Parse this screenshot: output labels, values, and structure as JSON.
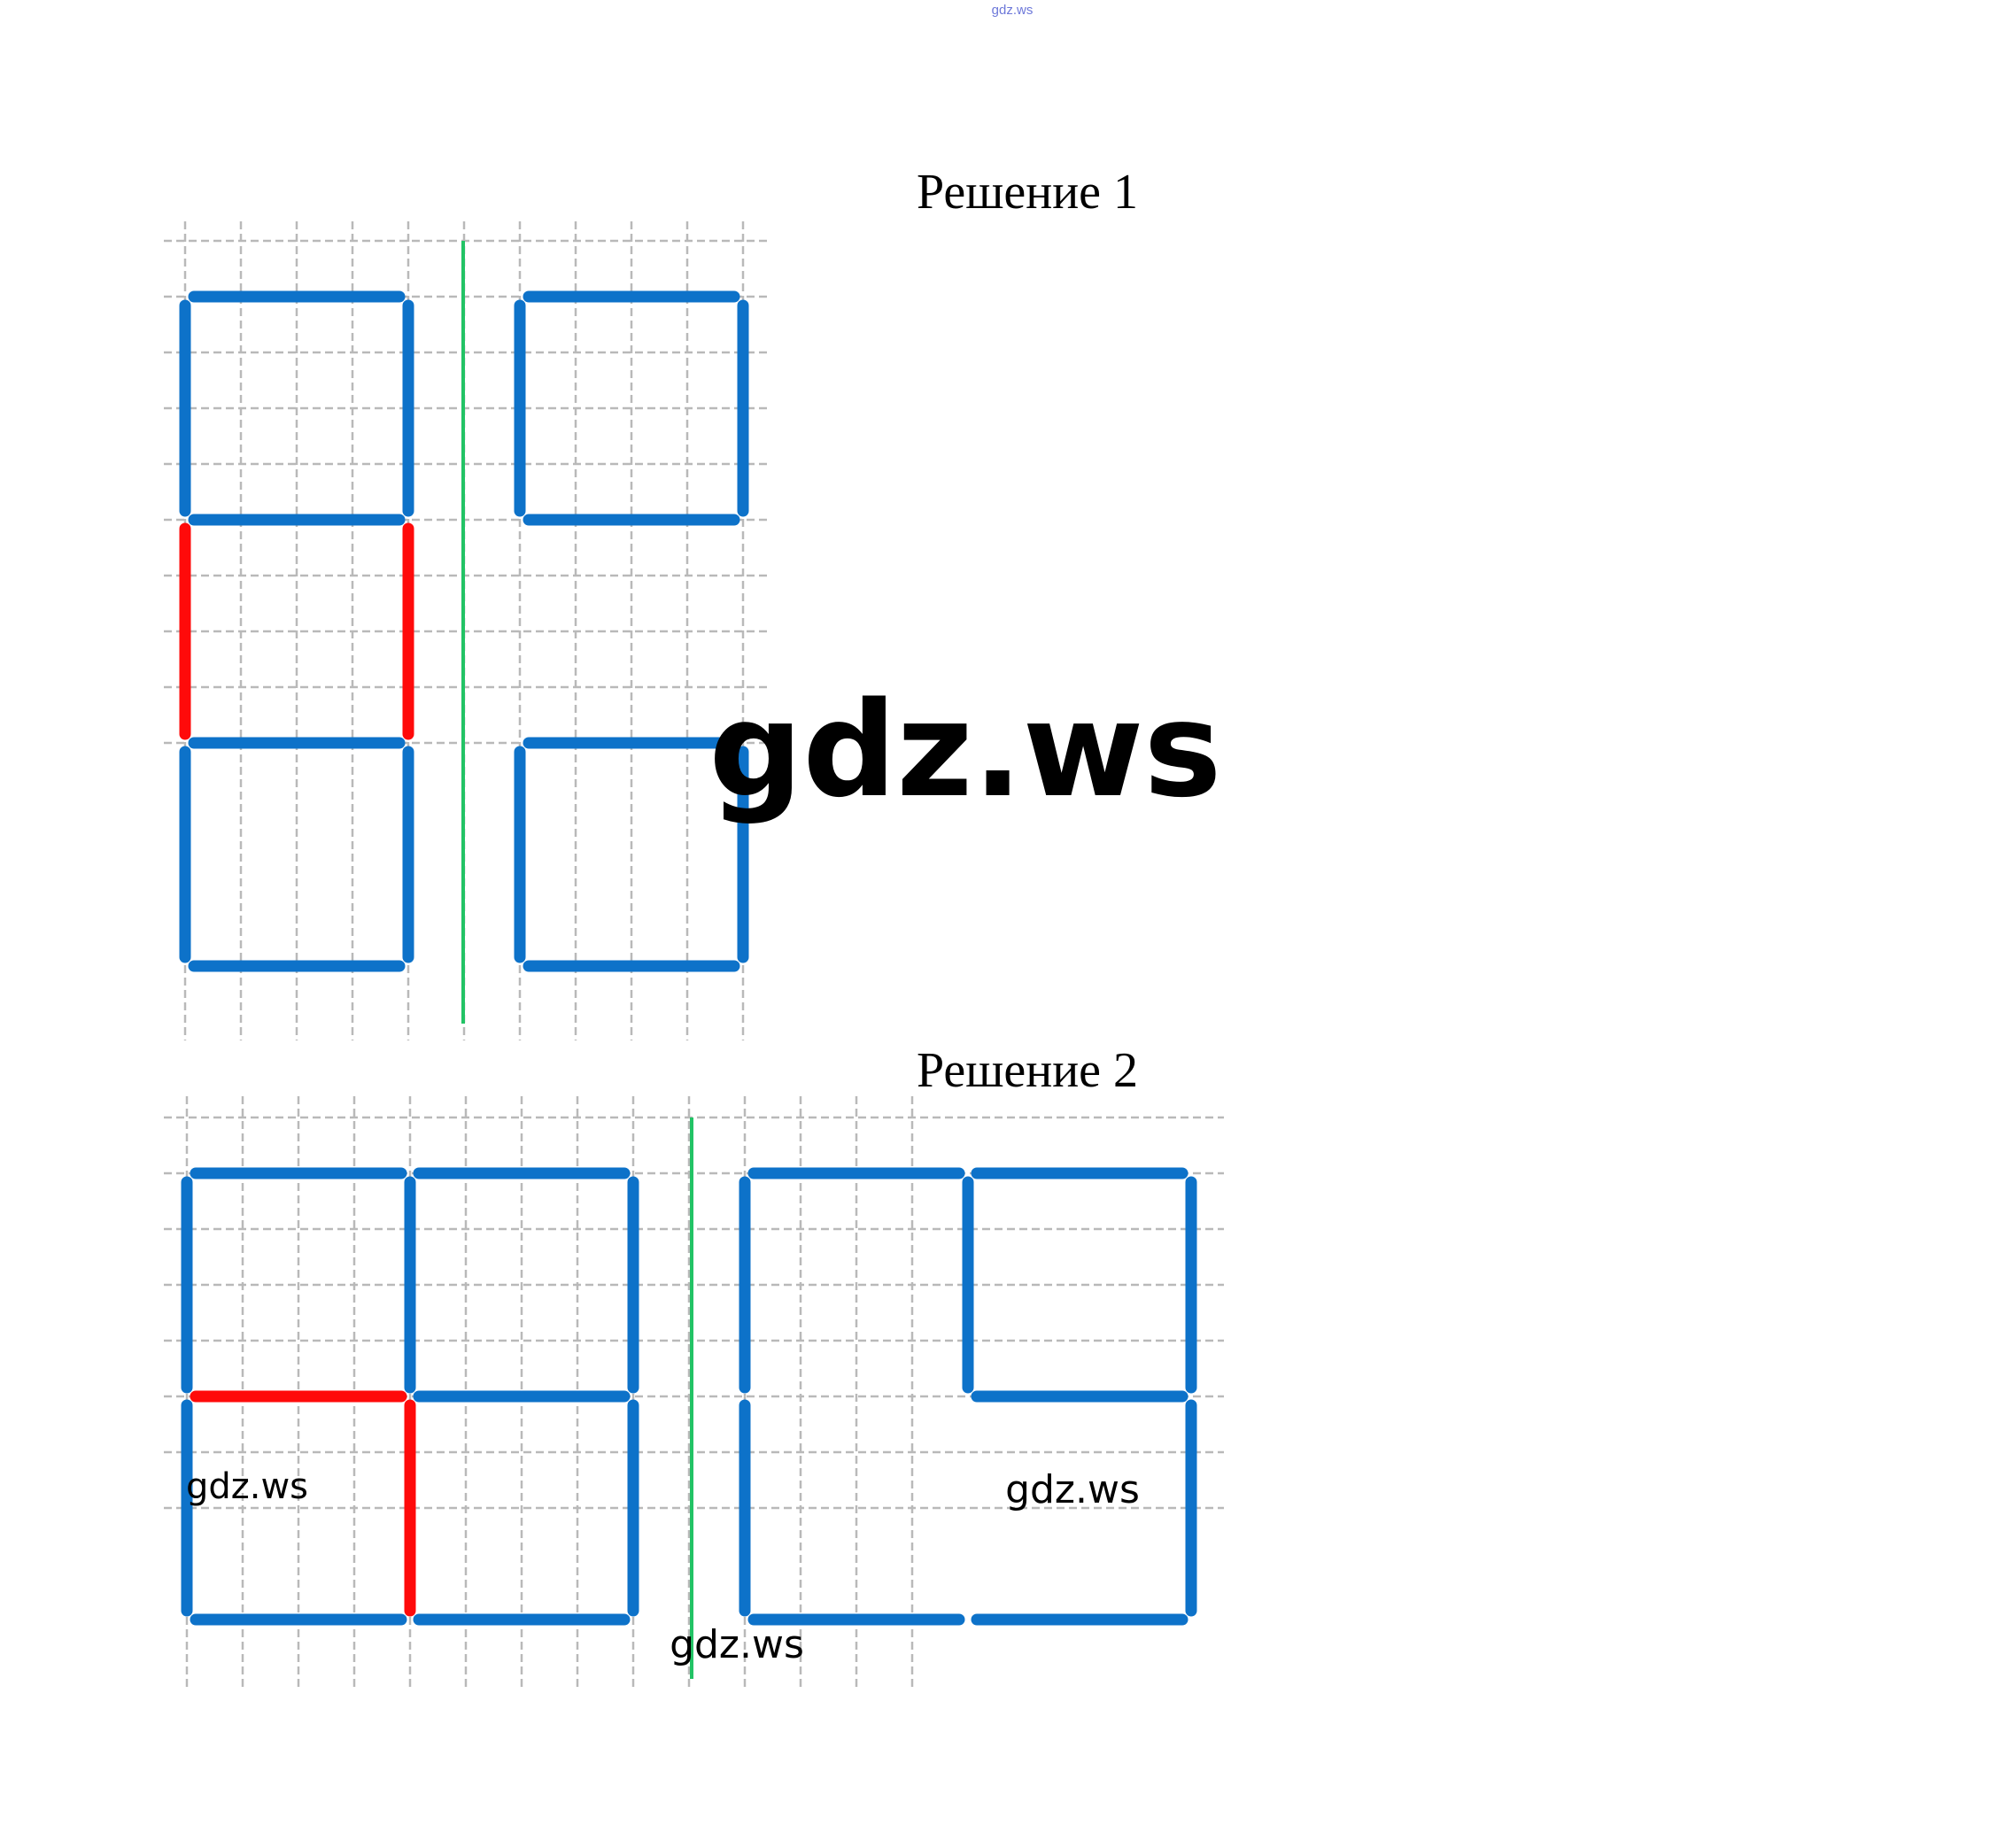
{
  "watermark_top": "gdz.ws",
  "watermark_big": "gdz.ws",
  "watermarks": [
    "gdz.ws",
    "gdz.ws",
    "gdz.ws"
  ],
  "solutions": [
    {
      "title": "Решение 1"
    },
    {
      "title": "Решение 2"
    }
  ],
  "colors": {
    "stick": "#0d72c9",
    "removed": "#ff0a0a",
    "divider": "#22c365",
    "grid": "#b9b9b9"
  },
  "diagrams": [
    {
      "sticks": [
        {
          "seg": [
            [
              0,
              0
            ],
            [
              1,
              0
            ]
          ],
          "color": "stick"
        },
        {
          "seg": [
            [
              0,
              0
            ],
            [
              0,
              1
            ]
          ],
          "color": "stick"
        },
        {
          "seg": [
            [
              1,
              0
            ],
            [
              1,
              1
            ]
          ],
          "color": "stick"
        },
        {
          "seg": [
            [
              0,
              1
            ],
            [
              1,
              1
            ]
          ],
          "color": "stick"
        },
        {
          "seg": [
            [
              0,
              1
            ],
            [
              0,
              2
            ]
          ],
          "color": "removed"
        },
        {
          "seg": [
            [
              1,
              1
            ],
            [
              1,
              2
            ]
          ],
          "color": "removed"
        },
        {
          "seg": [
            [
              0,
              2
            ],
            [
              1,
              2
            ]
          ],
          "color": "stick"
        },
        {
          "seg": [
            [
              0,
              2
            ],
            [
              0,
              3
            ]
          ],
          "color": "stick"
        },
        {
          "seg": [
            [
              1,
              2
            ],
            [
              1,
              3
            ]
          ],
          "color": "stick"
        },
        {
          "seg": [
            [
              0,
              3
            ],
            [
              1,
              3
            ]
          ],
          "color": "stick"
        },
        {
          "seg": [
            [
              1.5,
              0
            ],
            [
              2.5,
              0
            ]
          ],
          "color": "stick"
        },
        {
          "seg": [
            [
              1.5,
              0
            ],
            [
              1.5,
              1
            ]
          ],
          "color": "stick"
        },
        {
          "seg": [
            [
              2.5,
              0
            ],
            [
              2.5,
              1
            ]
          ],
          "color": "stick"
        },
        {
          "seg": [
            [
              1.5,
              1
            ],
            [
              2.5,
              1
            ]
          ],
          "color": "stick"
        },
        {
          "seg": [
            [
              1.5,
              2
            ],
            [
              2.5,
              2
            ]
          ],
          "color": "stick"
        },
        {
          "seg": [
            [
              1.5,
              2
            ],
            [
              1.5,
              3
            ]
          ],
          "color": "stick"
        },
        {
          "seg": [
            [
              2.5,
              2
            ],
            [
              2.5,
              3
            ]
          ],
          "color": "stick"
        },
        {
          "seg": [
            [
              1.5,
              3
            ],
            [
              2.5,
              3
            ]
          ],
          "color": "stick"
        }
      ]
    },
    {
      "sticks": [
        {
          "seg": [
            [
              0,
              0
            ],
            [
              1,
              0
            ]
          ],
          "color": "stick"
        },
        {
          "seg": [
            [
              1,
              0
            ],
            [
              2,
              0
            ]
          ],
          "color": "stick"
        },
        {
          "seg": [
            [
              0,
              0
            ],
            [
              0,
              1
            ]
          ],
          "color": "stick"
        },
        {
          "seg": [
            [
              1,
              0
            ],
            [
              1,
              1
            ]
          ],
          "color": "stick"
        },
        {
          "seg": [
            [
              2,
              0
            ],
            [
              2,
              1
            ]
          ],
          "color": "stick"
        },
        {
          "seg": [
            [
              0,
              1
            ],
            [
              1,
              1
            ]
          ],
          "color": "removed"
        },
        {
          "seg": [
            [
              1,
              1
            ],
            [
              2,
              1
            ]
          ],
          "color": "stick"
        },
        {
          "seg": [
            [
              0,
              1
            ],
            [
              0,
              2
            ]
          ],
          "color": "stick"
        },
        {
          "seg": [
            [
              1,
              1
            ],
            [
              1,
              2
            ]
          ],
          "color": "removed"
        },
        {
          "seg": [
            [
              2,
              1
            ],
            [
              2,
              2
            ]
          ],
          "color": "stick"
        },
        {
          "seg": [
            [
              0,
              2
            ],
            [
              1,
              2
            ]
          ],
          "color": "stick"
        },
        {
          "seg": [
            [
              1,
              2
            ],
            [
              2,
              2
            ]
          ],
          "color": "stick"
        },
        {
          "seg": [
            [
              2.5,
              0
            ],
            [
              3.5,
              0
            ]
          ],
          "color": "stick"
        },
        {
          "seg": [
            [
              3.5,
              0
            ],
            [
              4.5,
              0
            ]
          ],
          "color": "stick"
        },
        {
          "seg": [
            [
              2.5,
              0
            ],
            [
              2.5,
              1
            ]
          ],
          "color": "stick"
        },
        {
          "seg": [
            [
              3.5,
              0
            ],
            [
              3.5,
              1
            ]
          ],
          "color": "stick"
        },
        {
          "seg": [
            [
              4.5,
              0
            ],
            [
              4.5,
              1
            ]
          ],
          "color": "stick"
        },
        {
          "seg": [
            [
              3.5,
              1
            ],
            [
              4.5,
              1
            ]
          ],
          "color": "stick"
        },
        {
          "seg": [
            [
              2.5,
              1
            ],
            [
              2.5,
              2
            ]
          ],
          "color": "stick"
        },
        {
          "seg": [
            [
              4.5,
              1
            ],
            [
              4.5,
              2
            ]
          ],
          "color": "stick"
        },
        {
          "seg": [
            [
              2.5,
              2
            ],
            [
              3.5,
              2
            ]
          ],
          "color": "stick"
        },
        {
          "seg": [
            [
              3.5,
              2
            ],
            [
              4.5,
              2
            ]
          ],
          "color": "stick"
        }
      ]
    }
  ]
}
